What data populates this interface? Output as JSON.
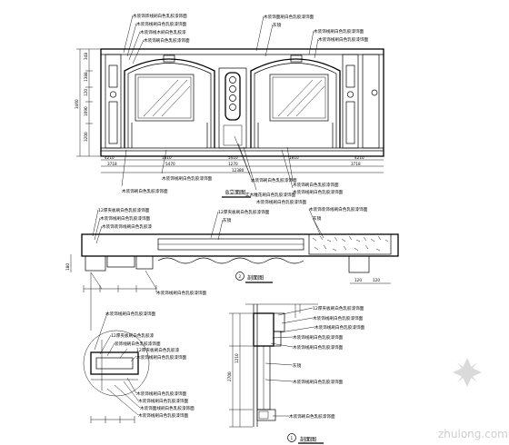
{
  "elevation": {
    "title": "B立面图",
    "dims_top": [
      "4210",
      "1810",
      "5410",
      "1810",
      "4210"
    ],
    "dims_bottom": [
      "3718",
      "5470",
      "1270",
      "3718"
    ],
    "dims_overall": "12380",
    "dims_left": [
      "348",
      "1388",
      "120",
      "1090",
      "3200",
      "3460"
    ],
    "callouts_top": [
      "木装饰饰线刷白色乳胶漆饰面",
      "木装饰线刷白色乳胶漆饰面",
      "木装饰线木刷白色乳胶漆",
      "木装饰刷白色乳胶漆饰面"
    ],
    "callouts_top_right": [
      "木装饰面刷白色乳胶漆饰面",
      "灰镜",
      "木装饰线刷白色乳胶漆饰面",
      "木装饰线刷白色乳胶漆饰面"
    ],
    "callouts_bottom": [
      "木装饰刷白色乳胶漆饰面",
      "木装饰线刷白色乳胶漆饰面",
      "木装饰刷白色乳胶漆饰面",
      "实木雕花刷白色乳胶漆饰面",
      "木装饰线刷白色乳胶漆饰面",
      "木装饰刷白色乳胶漆饰面",
      "木装饰线刷白色乳胶漆饰面"
    ]
  },
  "section2": {
    "title": "剖面图",
    "marker": "2",
    "callouts_left": [
      "12厚夹板刷白色乳胶漆饰面",
      "木装饰线刷白色乳胶漆饰面",
      "木装饰装饰线刷白色乳胶漆"
    ],
    "callouts_mid": [
      "12厚夹板刷白色乳胶漆饰面",
      "灰镜"
    ],
    "callouts_right": [
      "木装饰装饰线刷白色乳胶漆饰面",
      "灰镜"
    ],
    "callout_bottom": "木装饰线刷白色乳胶漆饰面",
    "dims_right": [
      "120",
      "120"
    ]
  },
  "detail": {
    "callouts": [
      "木装饰线刷白色乳胶漆饰面",
      "12厚夹板刷白色乳胶漆",
      "装饰线刷白色乳胶漆饰面",
      "12厚夹板刷白色乳胶漆",
      "木装饰线刷白色乳胶漆饰面",
      "木装饰线刷白色乳胶漆饰面",
      "木装饰线刷白色乳胶漆饰面",
      "木装饰面线刷白色乳胶漆饰面",
      "木装饰线刷白色乳胶漆饰面"
    ]
  },
  "section1": {
    "title": "剖面图",
    "marker": "1",
    "callouts": [
      "12厚夹板刷白色乳胶漆饰面",
      "木装饰线刷白色乳胶漆饰面",
      "木装饰线刷白色乳胶漆饰面",
      "木装饰线刷白色乳胶漆饰面",
      "木装饰线刷白色乳胶漆饰面",
      "灰镜",
      "木装饰线刷白色乳胶漆饰面",
      "木装饰刷白色乳胶漆饰面"
    ],
    "dims_left": [
      "2700",
      "1210"
    ]
  },
  "watermark": "zhulong.com"
}
